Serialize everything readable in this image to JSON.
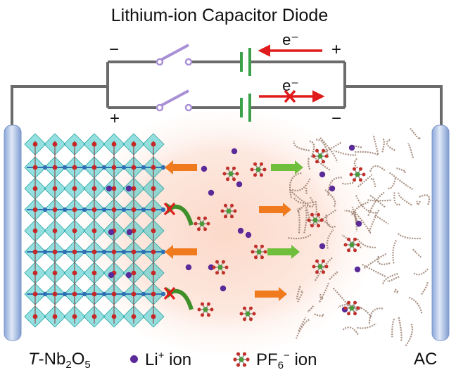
{
  "title": "Lithium-ion Capacitor Diode",
  "circuit": {
    "electron_label": "e⁻",
    "top_left_sign": "−",
    "top_right_sign": "+",
    "bottom_left_sign": "+",
    "bottom_right_sign": "−"
  },
  "electrodes": {
    "left_label_italic": "T",
    "left_label_main": "-Nb",
    "left_sub1": "2",
    "left_mid": "O",
    "left_sub2": "5",
    "right_label": "AC"
  },
  "legend": {
    "li_text": "Li",
    "li_sup": "+",
    "li_suffix": " ion",
    "pf_text": "PF",
    "pf_sub": "6",
    "pf_sup": "−",
    "pf_suffix": " ion"
  },
  "colors": {
    "wire": "#6b6b6b",
    "battery": "#3aa14a",
    "red_arrow": "#e01b1b",
    "switch": "#a98fd6",
    "octahedra": "#3cc6c6",
    "li_ion": "#5a2a99",
    "pf_center": "#4a9a3a",
    "pf_outer": "#c0302a",
    "orange_arrow": "#f07a1e",
    "green_arrow": "#6fbf3d",
    "electrolyte_glow": "#fde3d8",
    "carbon": "#9a7e6e"
  }
}
